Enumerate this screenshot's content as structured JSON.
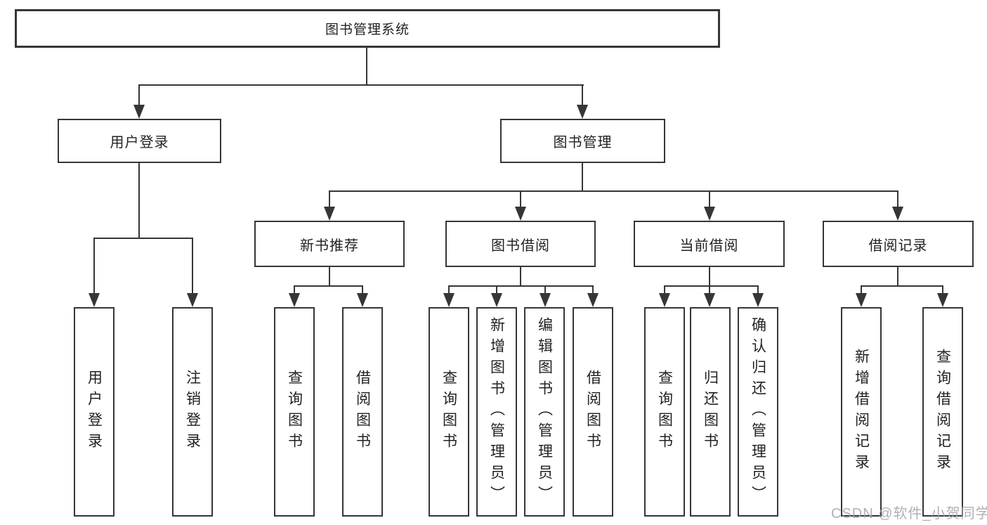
{
  "diagram": {
    "root": {
      "label": "图书管理系统"
    },
    "level2": [
      {
        "label": "用户登录"
      },
      {
        "label": "图书管理"
      }
    ],
    "level3": [
      {
        "label": "新书推荐"
      },
      {
        "label": "图书借阅"
      },
      {
        "label": "当前借阅"
      },
      {
        "label": "借阅记录"
      }
    ],
    "leaves": {
      "user_login": [
        {
          "label": "用户登录"
        },
        {
          "label": "注销登录"
        }
      ],
      "new_book": [
        {
          "label": "查询图书"
        },
        {
          "label": "借阅图书"
        }
      ],
      "book_borrow": [
        {
          "label": "查询图书"
        },
        {
          "label": "新增图书（管理员）"
        },
        {
          "label": "编辑图书（管理员）"
        },
        {
          "label": "借阅图书"
        }
      ],
      "current_borrow": [
        {
          "label": "查询图书"
        },
        {
          "label": "归还图书"
        },
        {
          "label": "确认归还（管理员）"
        }
      ],
      "borrow_records": [
        {
          "label": "新增借阅记录"
        },
        {
          "label": "查询借阅记录"
        }
      ]
    }
  },
  "watermark": {
    "text": "CSDN @软件_小贺同学"
  },
  "colors": {
    "line": "#363636",
    "text": "#222222",
    "watermark": "#a3a3a3",
    "background": "#ffffff"
  }
}
